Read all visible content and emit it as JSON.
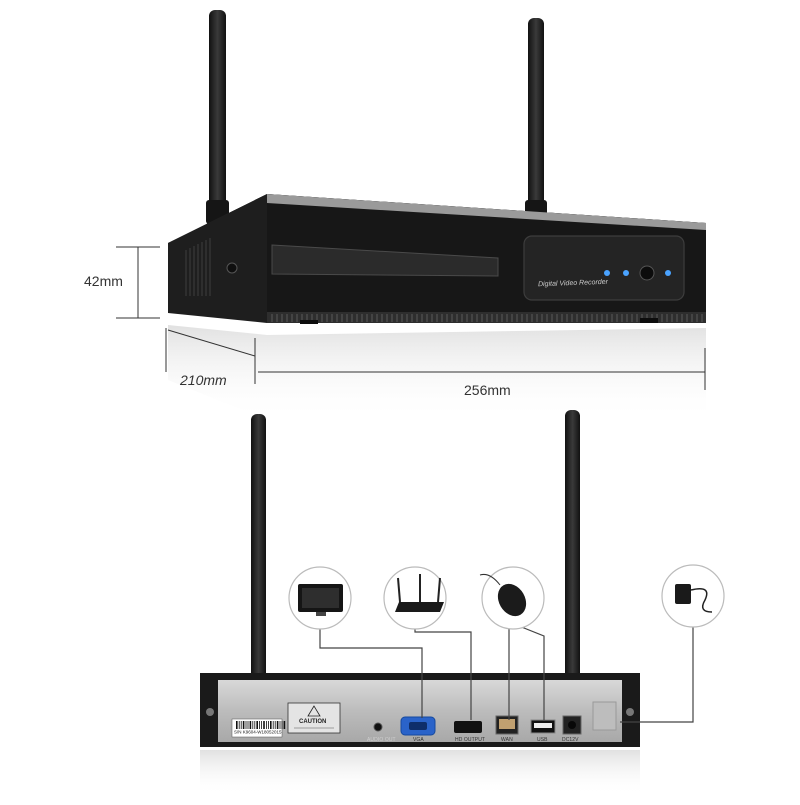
{
  "dimensions": {
    "height": "42mm",
    "depth": "210mm",
    "width": "256mm"
  },
  "front_panel": {
    "label": "Digital Video Recorder"
  },
  "rear_panel": {
    "serial": "S/N K9604-W18052015",
    "caution": "CAUTION",
    "ports": {
      "audio_out": "AUDIO OUT",
      "vga": "VGA",
      "hdmi": "HD OUTPUT",
      "wan": "WAN",
      "usb": "USB",
      "power": "DC12V"
    }
  },
  "connection_icons": [
    "monitor-icon",
    "router-icon",
    "mouse-icon",
    "power-adapter-icon"
  ],
  "colors": {
    "device_body": "#1a1a1a",
    "device_top": "#2a2a2a",
    "connector_line": "#444444",
    "icon_circle_stroke": "#bbbbbb"
  }
}
